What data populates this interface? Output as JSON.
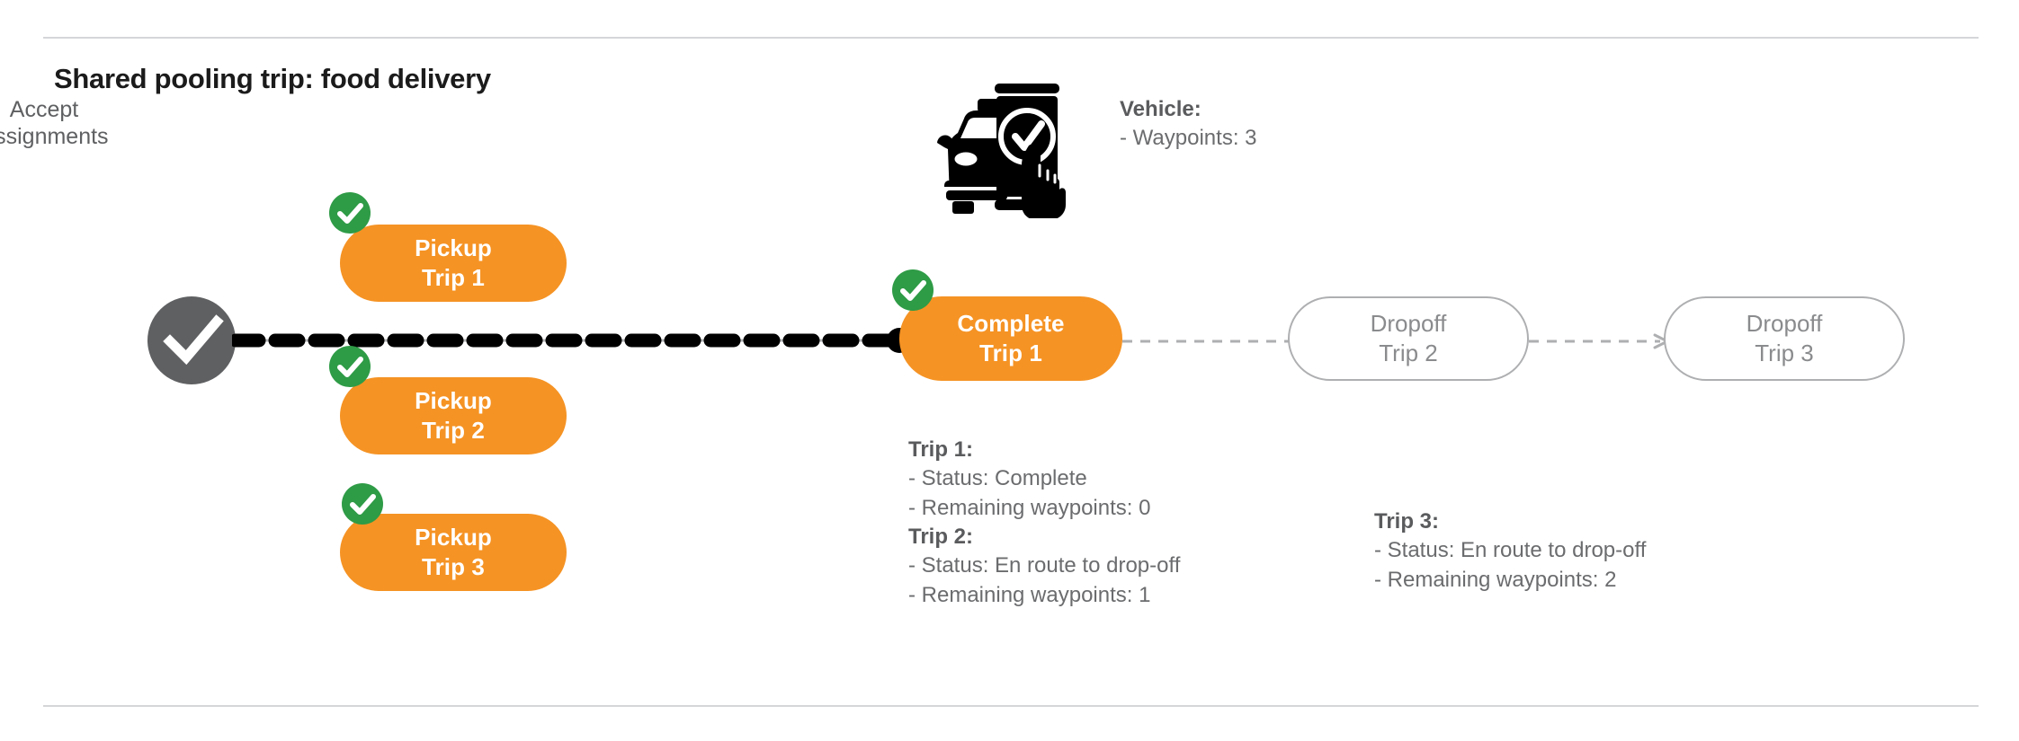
{
  "page": {
    "title": "Shared pooling trip: food delivery",
    "colors": {
      "orange": "#F59324",
      "green": "#2E9B46",
      "gray_node": "#5F6062",
      "gray_text": "#6B6C6E",
      "outline": "#AEAFB1",
      "black": "#000000",
      "divider": "#D5D6D8"
    }
  },
  "accept_node": {
    "icon": "check-circle-icon",
    "label_line1": "Accept",
    "label_line2": "Assignments"
  },
  "vehicle": {
    "icon": "car-phone-check-icon",
    "heading": "Vehicle:",
    "detail": "- Waypoints: 3"
  },
  "pickups": [
    {
      "line1": "Pickup",
      "line2": "Trip 1",
      "badge": "check-badge-icon",
      "state": "done"
    },
    {
      "line1": "Pickup",
      "line2": "Trip 2",
      "badge": "check-badge-icon",
      "state": "done"
    },
    {
      "line1": "Pickup",
      "line2": "Trip 3",
      "badge": "check-badge-icon",
      "state": "done"
    }
  ],
  "complete_node": {
    "line1": "Complete",
    "line2": "Trip 1",
    "badge": "check-badge-icon",
    "state": "done"
  },
  "dropoffs": [
    {
      "line1": "Dropoff",
      "line2": "Trip 2",
      "state": "pending"
    },
    {
      "line1": "Dropoff",
      "line2": "Trip 3",
      "state": "pending"
    }
  ],
  "trip_details": {
    "left_column": [
      {
        "heading": "Trip 1:",
        "status": "- Status:  Complete",
        "waypoints": "- Remaining waypoints: 0"
      },
      {
        "heading": "Trip 2:",
        "status": "- Status:  En route to drop-off",
        "waypoints": "- Remaining waypoints: 1"
      }
    ],
    "right_column": [
      {
        "heading": "Trip 3:",
        "status": "- Status:  En route to drop-off",
        "waypoints": "- Remaining waypoints: 2"
      }
    ]
  }
}
